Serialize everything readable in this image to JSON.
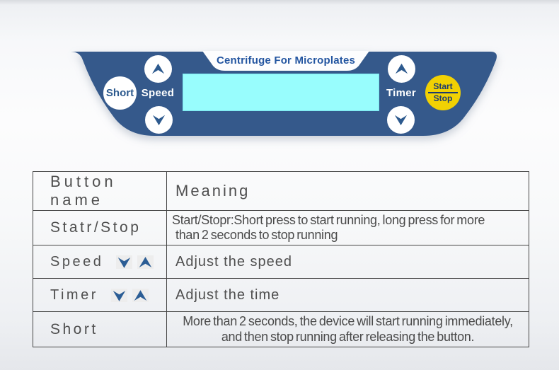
{
  "panel": {
    "title": "Centrifuge For Microplates",
    "short_button_label": "Short",
    "speed_label": "Speed",
    "timer_label": "Timer",
    "start_label": "Start",
    "stop_label": "Stop",
    "lcd_value": "",
    "icons": {
      "speed_up": "up-arrow",
      "speed_down": "down-arrow",
      "timer_up": "up-arrow",
      "timer_down": "down-arrow"
    },
    "colors": {
      "panel_blue": "#35598b",
      "title_blue": "#2355a0",
      "lcd_cyan": "#98fdfd",
      "button_white": "#ffffff",
      "start_stop_yellow": "#f1d103",
      "start_stop_text": "#1c3a70",
      "arrow_blue": "#2d5a8e"
    }
  },
  "table": {
    "headers": [
      "Button name",
      "Meaning"
    ],
    "arrow_icon_color": "#2b5d95",
    "rows": [
      {
        "button": "Statr/Stop",
        "meaning_line1": "Start/Stopr:Short press to start running, long press for more",
        "meaning_line2": "than 2 seconds to stop running"
      },
      {
        "button": "Speed",
        "has_arrows": true,
        "meaning_line1": "Adjust the speed"
      },
      {
        "button": "Timer",
        "has_arrows": true,
        "meaning_line1": "Adjust the time"
      },
      {
        "button": "Short",
        "meaning_line1": "More than 2 seconds, the device will start running immediately,",
        "meaning_line2": "and then stop running after releasing the button."
      }
    ]
  }
}
